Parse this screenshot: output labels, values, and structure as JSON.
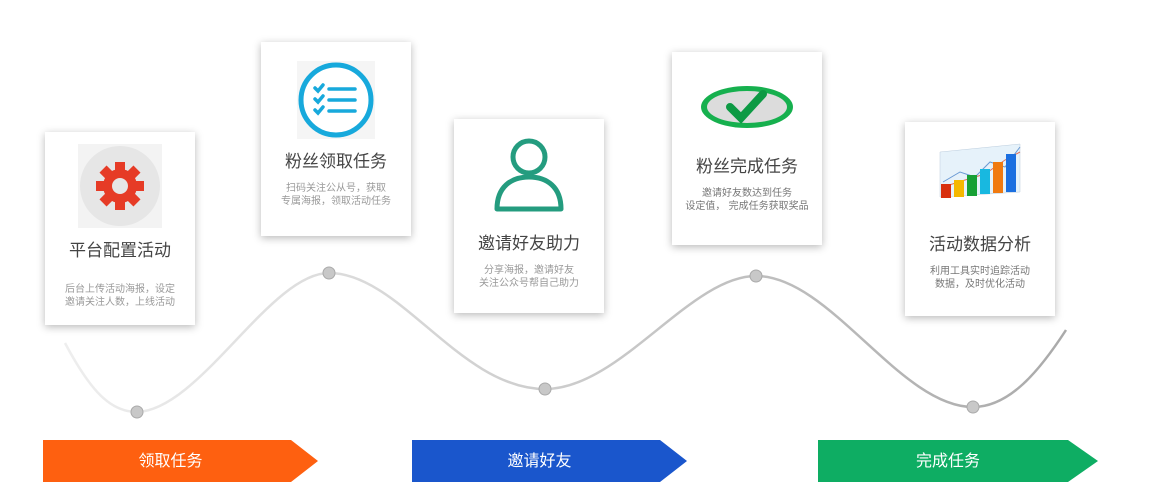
{
  "steps": [
    {
      "title": "平台配置活动",
      "desc1": "后台上传活动海报，设定",
      "desc2": "邀请关注人数，上线活动",
      "icon": "gear-icon"
    },
    {
      "title": "粉丝领取任务",
      "desc1": "扫码关注公从号，获取",
      "desc2": "专属海报，领取活动任务",
      "icon": "checklist-icon"
    },
    {
      "title": "邀请好友助力",
      "desc1": "分享海报，邀请好友",
      "desc2": "关注公众号帮自己助力",
      "icon": "user-icon"
    },
    {
      "title": "粉丝完成任务",
      "desc1": "邀请好友数达到任务",
      "desc2": "设定值， 完成任务获取奖品",
      "icon": "checkmark-icon"
    },
    {
      "title": "活动数据分析",
      "desc1": "利用工具实时追踪活动",
      "desc2": "数据，及时优化活动",
      "icon": "bar-chart-icon"
    }
  ],
  "phases": [
    {
      "label": "领取任务",
      "color": "#fe6010"
    },
    {
      "label": "邀请好友",
      "color": "#1a56cc"
    },
    {
      "label": "完成任务",
      "color": "#0ead63"
    }
  ]
}
